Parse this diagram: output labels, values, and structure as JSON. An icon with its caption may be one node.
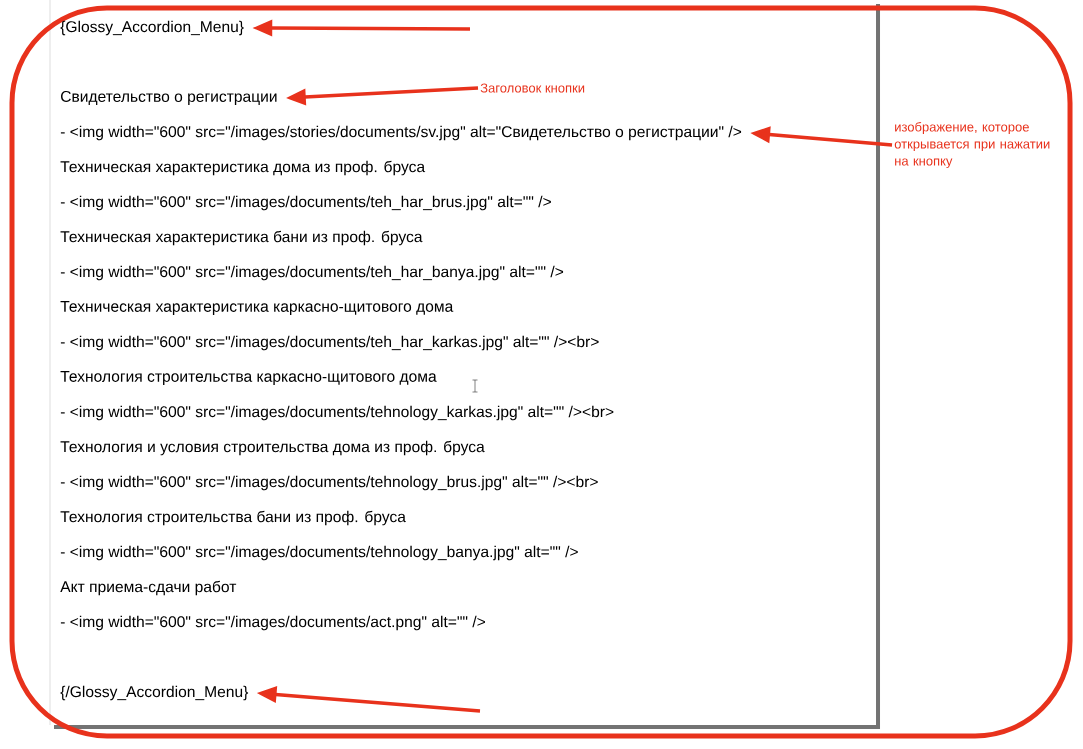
{
  "diagram": {
    "nodes": [
      {
        "text": [
          "{Glossy_Accordion_Menu}"
        ]
      },
      {
        "text": [
          "Свидетельство о регистрации"
        ]
      },
      {
        "text": [
          "- <img width=\"600\" src=\"/images/stories/documents/sv.jpg\" alt=\"Свидетельство о регистрации\" />"
        ]
      },
      {
        "text": [
          "{/Glossy_Accordion_Menu}"
        ]
      },
      {
        "text": [
          "Заголовок кнопки"
        ]
      },
      {
        "text": [
          "изображение, которое открывается при нажатии на кнопку"
        ]
      }
    ],
    "edges": [
      {
        "from": null,
        "to": 0,
        "arrow": "to"
      },
      {
        "from": 4,
        "to": 1,
        "arrow": "to"
      },
      {
        "from": 5,
        "to": 2,
        "arrow": "to"
      },
      {
        "from": null,
        "to": 3,
        "arrow": "to"
      }
    ],
    "labels": [
      "Техническая характеристика дома из проф. бруса",
      "- <img width=\"600\" src=\"/images/documents/teh_har_brus.jpg\" alt=\"\" />",
      "Техническая характеристика бани из проф. бруса",
      "- <img width=\"600\" src=\"/images/documents/teh_har_banya.jpg\" alt=\"\" />",
      "Техническая характеристика каркасно-щитового дома",
      "- <img width=\"600\" src=\"/images/documents/teh_har_karkas.jpg\" alt=\"\" /><br>",
      "Технология строительства каркасно-щитового дома",
      "- <img width=\"600\" src=\"/images/documents/tehnology_karkas.jpg\" alt=\"\" /><br>",
      "Технология и условия строительства дома из проф. бруса",
      "- <img width=\"600\" src=\"/images/documents/tehnology_brus.jpg\" alt=\"\" /><br>",
      "Технология строительства бани из проф. бруса",
      "- <img width=\"600\" src=\"/images/documents/tehnology_banya.jpg\" alt=\"\" />",
      "Акт приема-сдачи работ",
      "- <img width=\"600\" src=\"/images/documents/act.png\" alt=\"\" />"
    ]
  }
}
